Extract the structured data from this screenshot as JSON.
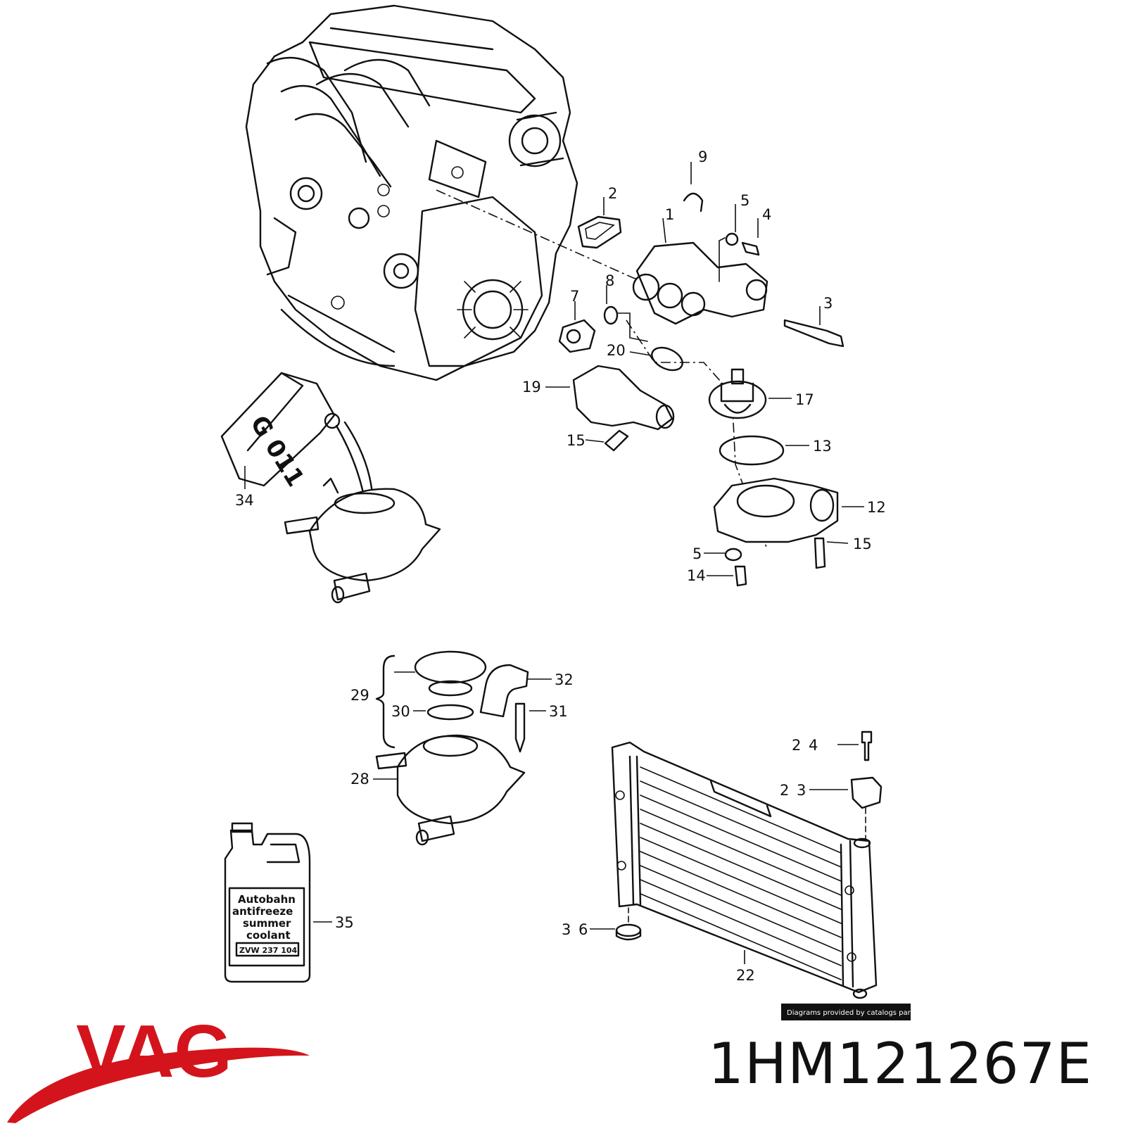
{
  "callouts": [
    {
      "id": "9",
      "text": "9"
    },
    {
      "id": "2",
      "text": "2"
    },
    {
      "id": "5a",
      "text": "5"
    },
    {
      "id": "4",
      "text": "4"
    },
    {
      "id": "1",
      "text": "1"
    },
    {
      "id": "8",
      "text": "8"
    },
    {
      "id": "7",
      "text": "7"
    },
    {
      "id": "3",
      "text": "3"
    },
    {
      "id": "20",
      "text": "20"
    },
    {
      "id": "19",
      "text": "19"
    },
    {
      "id": "17",
      "text": "17"
    },
    {
      "id": "15a",
      "text": "15"
    },
    {
      "id": "13",
      "text": "13"
    },
    {
      "id": "34",
      "text": "34"
    },
    {
      "id": "12",
      "text": "12"
    },
    {
      "id": "5b",
      "text": "5"
    },
    {
      "id": "15b",
      "text": "15"
    },
    {
      "id": "14",
      "text": "14"
    },
    {
      "id": "32",
      "text": "32"
    },
    {
      "id": "29",
      "text": "29"
    },
    {
      "id": "30",
      "text": "30"
    },
    {
      "id": "31",
      "text": "31"
    },
    {
      "id": "28",
      "text": "28"
    },
    {
      "id": "24",
      "text": "2 4"
    },
    {
      "id": "23",
      "text": "2 3"
    },
    {
      "id": "35",
      "text": "35"
    },
    {
      "id": "36",
      "text": "3 6"
    },
    {
      "id": "22",
      "text": "22"
    }
  ],
  "labels": {
    "g011": "G 011",
    "jug_lines": [
      "Autobahn",
      "antifreeze",
      "summer",
      "coolant"
    ],
    "jug_code": "ZVW 237 104"
  },
  "credit": "Diagrams provided by catalogs parts",
  "brand": {
    "name": "VAG",
    "color": "#d4141c"
  },
  "part_number": "1HM121267E"
}
